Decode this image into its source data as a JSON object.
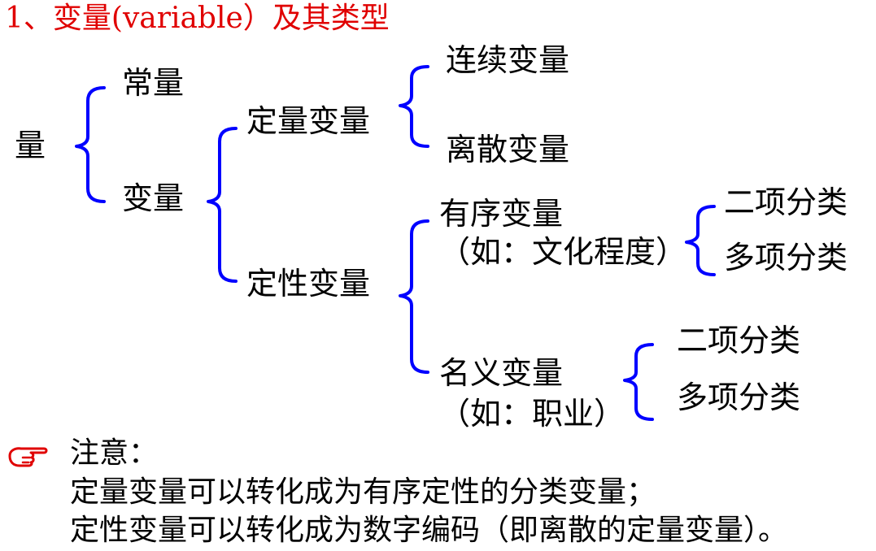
{
  "title": "1、变量(variable）及其类型",
  "tree": {
    "root": "量",
    "constant": "常量",
    "variable": "变量",
    "quantitative": "定量变量",
    "qualitative": "定性变量",
    "continuous": "连续变量",
    "discrete": "离散变量",
    "ordinal": {
      "name": "有序变量",
      "example": "（如：文化程度）",
      "binary": "二项分类",
      "multi": "多项分类"
    },
    "nominal": {
      "name": "名义变量",
      "example": "（如：职业）",
      "binary": "二项分类",
      "multi": "多项分类"
    }
  },
  "note": {
    "label": "注意：",
    "line1": "定量变量可以转化成为有序定性的分类变量；",
    "line2": "定性变量可以转化成为数字编码（即离散的定量变量）。"
  },
  "colors": {
    "title": "#e00000",
    "brace": "#0000ff",
    "hand": "#e00000"
  },
  "icons": {
    "note": "pointing-hand-icon"
  }
}
